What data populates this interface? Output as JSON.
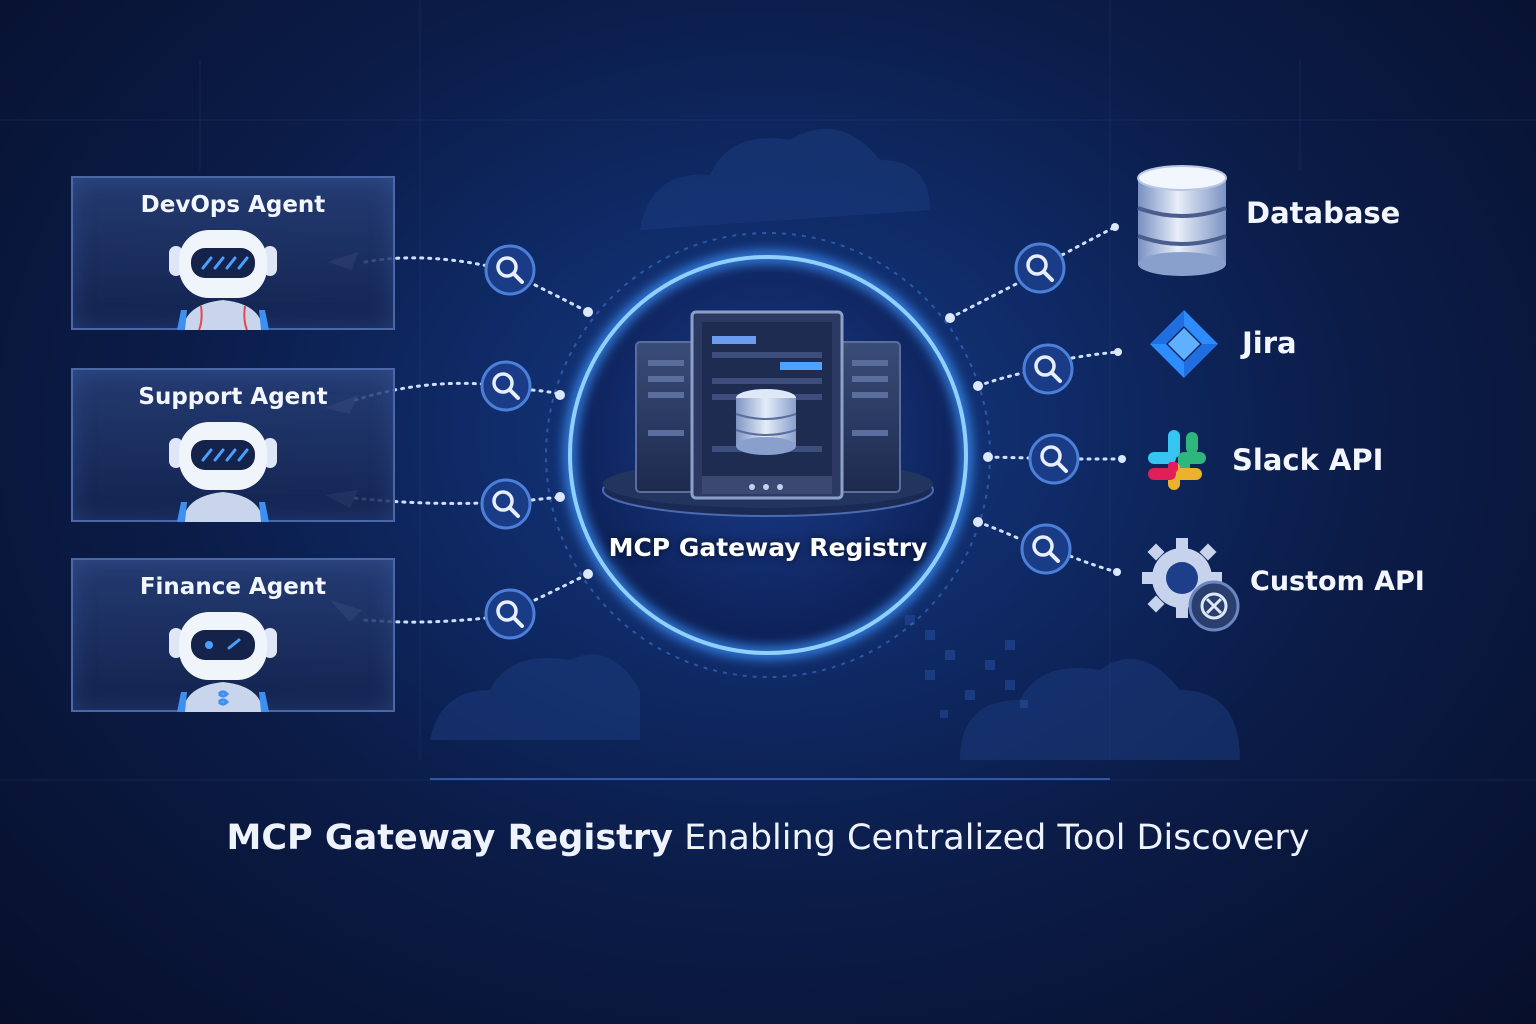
{
  "agents": [
    {
      "name": "DevOps Agent"
    },
    {
      "name": "Support Agent"
    },
    {
      "name": "Finance Agent"
    }
  ],
  "center": {
    "label": "MCP Gateway Registry"
  },
  "tools": [
    {
      "name": "Database",
      "icon": "database-icon"
    },
    {
      "name": "Jira",
      "icon": "jira-icon"
    },
    {
      "name": "Slack API",
      "icon": "slack-icon"
    },
    {
      "name": "Custom API",
      "icon": "gear-icon"
    }
  ],
  "caption": {
    "strong": "MCP Gateway Registry",
    "light": "Enabling Centralized Tool Discovery"
  },
  "colors": {
    "background": "#0b1c48",
    "ring": "#4fa3ff",
    "accent": "#2d7dff"
  }
}
